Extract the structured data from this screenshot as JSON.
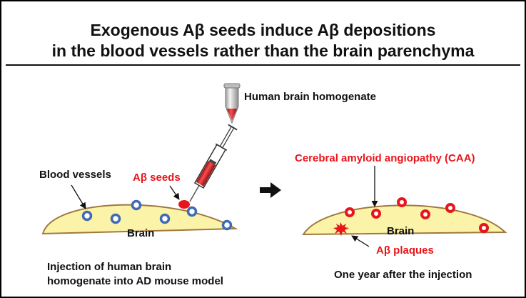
{
  "title": {
    "line1": "Exogenous Aβ seeds induce Aβ depositions",
    "line2": "in the blood vessels rather than the brain parenchyma"
  },
  "left_panel": {
    "homogenate_label": "Human brain homogenate",
    "vessels_label": "Blood vessels",
    "seeds_label": "Aβ seeds",
    "brain_label": "Brain",
    "caption_line1": "Injection of human brain",
    "caption_line2": "homogenate into AD mouse model"
  },
  "right_panel": {
    "caa_label": "Cerebral amyloid angiopathy (CAA)",
    "brain_label": "Brain",
    "plaques_label": "Aβ plaques",
    "caption": "One year after the injection"
  },
  "colors": {
    "brain_fill": "#fbf4a8",
    "brain_outline": "#a0783f",
    "vessel_blue": "#3f6bb3",
    "deposit_red": "#e8151b",
    "text": "#111111"
  }
}
